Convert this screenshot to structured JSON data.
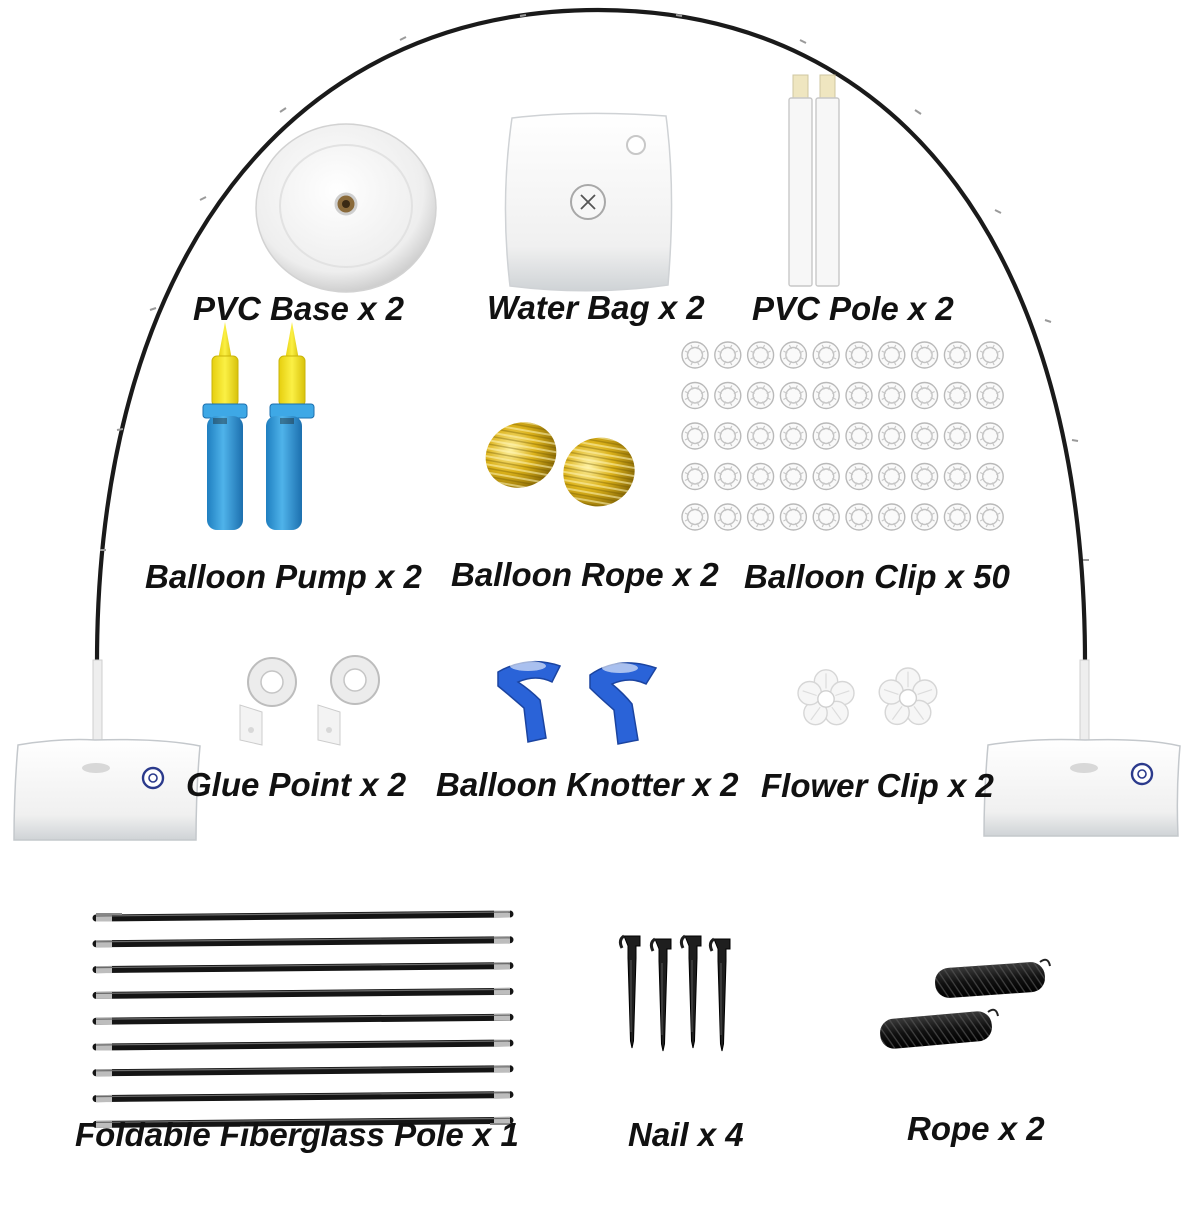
{
  "colors": {
    "arch": "#1a1a1a",
    "plastic_white": "#f4f4f4",
    "pump_blue": "#2e9ad8",
    "pump_yellow": "#f3e21a",
    "gold_ribbon": "#d9b01c",
    "knotter_blue": "#2a63d8",
    "label_text": "#111111"
  },
  "items": [
    {
      "icon": "pvc-base-icon",
      "label": "PVC Base x 2"
    },
    {
      "icon": "water-bag-icon",
      "label": "Water Bag x 2"
    },
    {
      "icon": "pvc-pole-icon",
      "label": "PVC Pole x 2"
    },
    {
      "icon": "balloon-pump-icon",
      "label": "Balloon Pump x 2"
    },
    {
      "icon": "balloon-rope-icon",
      "label": "Balloon Rope x 2"
    },
    {
      "icon": "balloon-clip-icon",
      "label": "Balloon Clip x 50"
    },
    {
      "icon": "glue-point-icon",
      "label": "Glue Point x 2"
    },
    {
      "icon": "balloon-knotter-icon",
      "label": "Balloon Knotter x 2"
    },
    {
      "icon": "flower-clip-icon",
      "label": "Flower Clip x 2"
    },
    {
      "icon": "fiberglass-pole-icon",
      "label": "Foldable Fiberglass Pole x 1"
    },
    {
      "icon": "nail-icon",
      "label": "Nail x 4"
    },
    {
      "icon": "rope-icon",
      "label": "Rope x 2"
    }
  ]
}
